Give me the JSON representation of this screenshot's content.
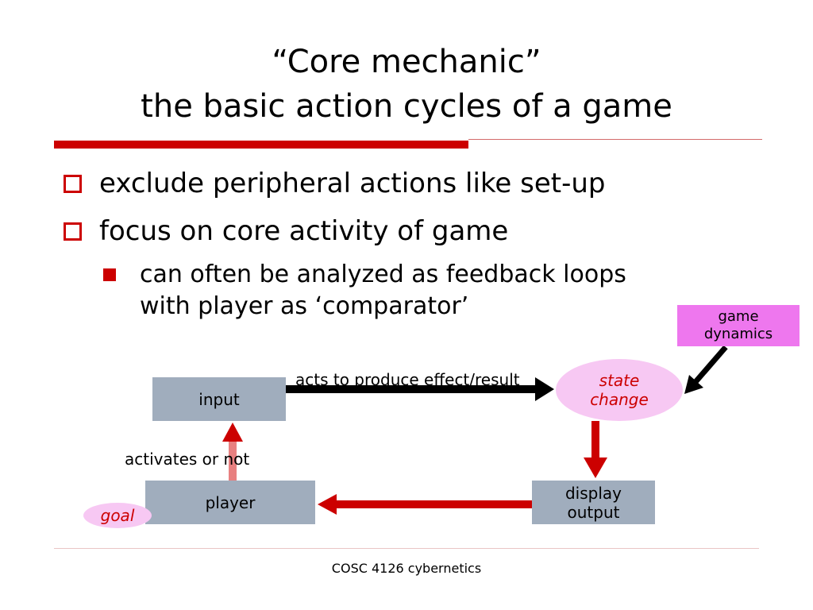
{
  "slide": {
    "title_line1": "“Core mechanic”",
    "title_line2": "the basic action cycles of a game",
    "bullets": [
      "exclude peripheral actions like set-up",
      "focus on core activity of game"
    ],
    "sub_bullet_line1": "can often be analyzed as feedback loops",
    "sub_bullet_line2": "with player as ‘comparator’"
  },
  "diagram": {
    "input": "input",
    "player": "player",
    "display_output_line1": "display",
    "display_output_line2": "output",
    "state_change_line1": "state",
    "state_change_line2": "change",
    "game_dynamics_line1": "game",
    "game_dynamics_line2": "dynamics",
    "goal": "goal",
    "label_acts": "acts to produce effect/result",
    "label_activates": "activates or not",
    "colors": {
      "box_gray": "#a0adbd",
      "ellipse_pink": "#f7c8f3",
      "dynamics_magenta": "#ee77ee",
      "arrow_red": "#cc0000",
      "arrow_light_red": "#e88080",
      "italic_text": "#cc0000"
    }
  },
  "footer": "COSC 4126 cybernetics"
}
